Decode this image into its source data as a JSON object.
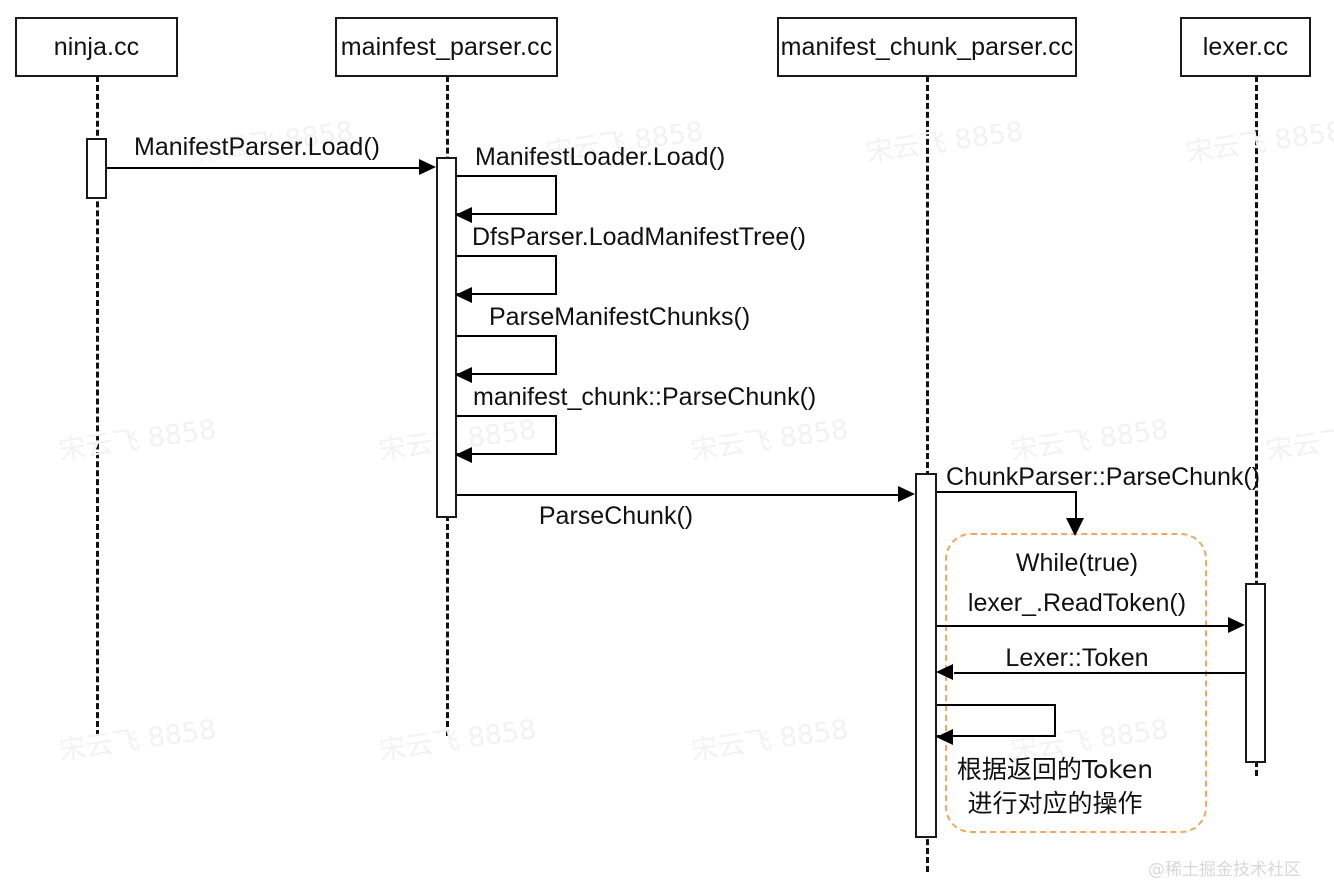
{
  "diagram": {
    "type": "sequence-diagram",
    "title": "ninja manifest parsing sequence",
    "background": "#ffffff",
    "loop_color": "#f0a860",
    "line_color": "#000000"
  },
  "participants": [
    {
      "id": "ninja",
      "label": "ninja.cc"
    },
    {
      "id": "parser",
      "label": "mainfest_parser.cc"
    },
    {
      "id": "chunk_parser",
      "label": "manifest_chunk_parser.cc"
    },
    {
      "id": "lexer",
      "label": "lexer.cc"
    }
  ],
  "messages": [
    {
      "id": "m1",
      "label": "ManifestParser.Load()",
      "kind": "call",
      "from": "ninja",
      "to": "parser"
    },
    {
      "id": "m2",
      "label": "ManifestLoader.Load()",
      "kind": "self",
      "on": "parser"
    },
    {
      "id": "m3",
      "label": "DfsParser.LoadManifestTree()",
      "kind": "self",
      "on": "parser"
    },
    {
      "id": "m4",
      "label": "ParseManifestChunks()",
      "kind": "self",
      "on": "parser"
    },
    {
      "id": "m5",
      "label": "manifest_chunk::ParseChunk()",
      "kind": "self",
      "on": "parser"
    },
    {
      "id": "m6",
      "label": "ParseChunk()",
      "kind": "call",
      "from": "parser",
      "to": "chunk_parser"
    },
    {
      "id": "m7",
      "label": "ChunkParser::ParseChunk()",
      "kind": "elbow",
      "on": "chunk_parser"
    },
    {
      "id": "m8",
      "label": "lexer_.ReadToken()",
      "kind": "call",
      "from": "chunk_parser",
      "to": "lexer"
    },
    {
      "id": "m9",
      "label": "Lexer::Token",
      "kind": "return",
      "from": "lexer",
      "to": "chunk_parser"
    },
    {
      "id": "m10",
      "label": "根据返回的Token\n进行对应的操作",
      "kind": "self",
      "on": "chunk_parser"
    }
  ],
  "fragments": [
    {
      "id": "loop1",
      "label": "While(true)",
      "kind": "loop",
      "color": "#f0a860"
    }
  ],
  "watermarks": {
    "tile_text": "宋云飞 8858",
    "corner_text": "@稀土掘金技术社区"
  }
}
